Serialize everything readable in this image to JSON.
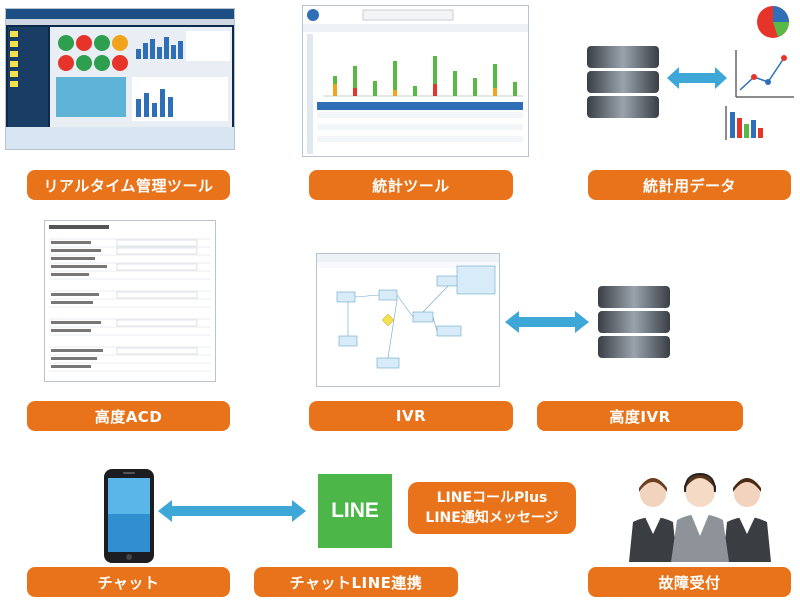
{
  "labels": {
    "realtime": "リアルタイム管理ツール",
    "stats_tool": "統計ツール",
    "stats_data": "統計用データ",
    "acd": "高度ACD",
    "ivr": "IVR",
    "adv_ivr": "高度IVR",
    "chat": "チャット",
    "chat_line": "チャットLINE連携",
    "fault": "故障受付",
    "line_call_line1": "LINEコールPlus",
    "line_call_line2": "LINE通知メッセージ",
    "line_logo": "LINE"
  },
  "colors": {
    "label_bg": "#e8731a",
    "line_green": "#4cb648",
    "arrow_blue": "#3da8d8"
  },
  "icons": {
    "db1": "database-icon",
    "db2": "database-icon",
    "chart": "chart-icon",
    "phone": "smartphone-icon",
    "operators": "operators-icon"
  }
}
